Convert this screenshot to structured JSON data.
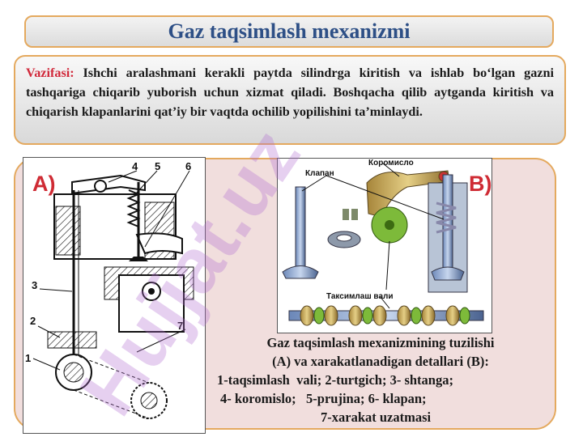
{
  "title": "Gaz taqsimlash mexanizmi",
  "description": {
    "lead": "Vazifasi:",
    "text": " Ishchi aralashmani kerakli paytda  silindrga kiritish va ishlab bo‘lgan gazni tashqariga chiqarib yuborish uchun  xizmat qiladi. Boshqacha qilib aytganda kiritish va chiqarish klapanlarini qat’iy bir vaqtda ochilib yopilishini ta’minlaydi."
  },
  "figure_a": {
    "label": "A)",
    "numbers": [
      "4",
      "5",
      "6",
      "3",
      "2",
      "7",
      "1"
    ]
  },
  "figure_b": {
    "label": "B)",
    "labels": {
      "rocker": "Коромисло",
      "valve": "Клапан",
      "camshaft": "Таксимлаш вали"
    }
  },
  "caption": {
    "line1": "Gaz taqsimlash mexanizmining tuzilishi",
    "line2": "(A) va xarakatlanadigan detallari (B):",
    "line3": "1-taqsimlash  vali; 2-turtgich; 3- shtanga;",
    "line4": "4- koromislo;   5-prujina; 6- klapan;",
    "line5": "7-xarakat uzatmasi"
  },
  "watermark": "Hujjat.uz",
  "colors": {
    "title": "#2d4f86",
    "accent_red": "#cf2b34",
    "border": "#e4a95e",
    "panel": "#f1dedd",
    "watermark": "#b06dd0"
  }
}
